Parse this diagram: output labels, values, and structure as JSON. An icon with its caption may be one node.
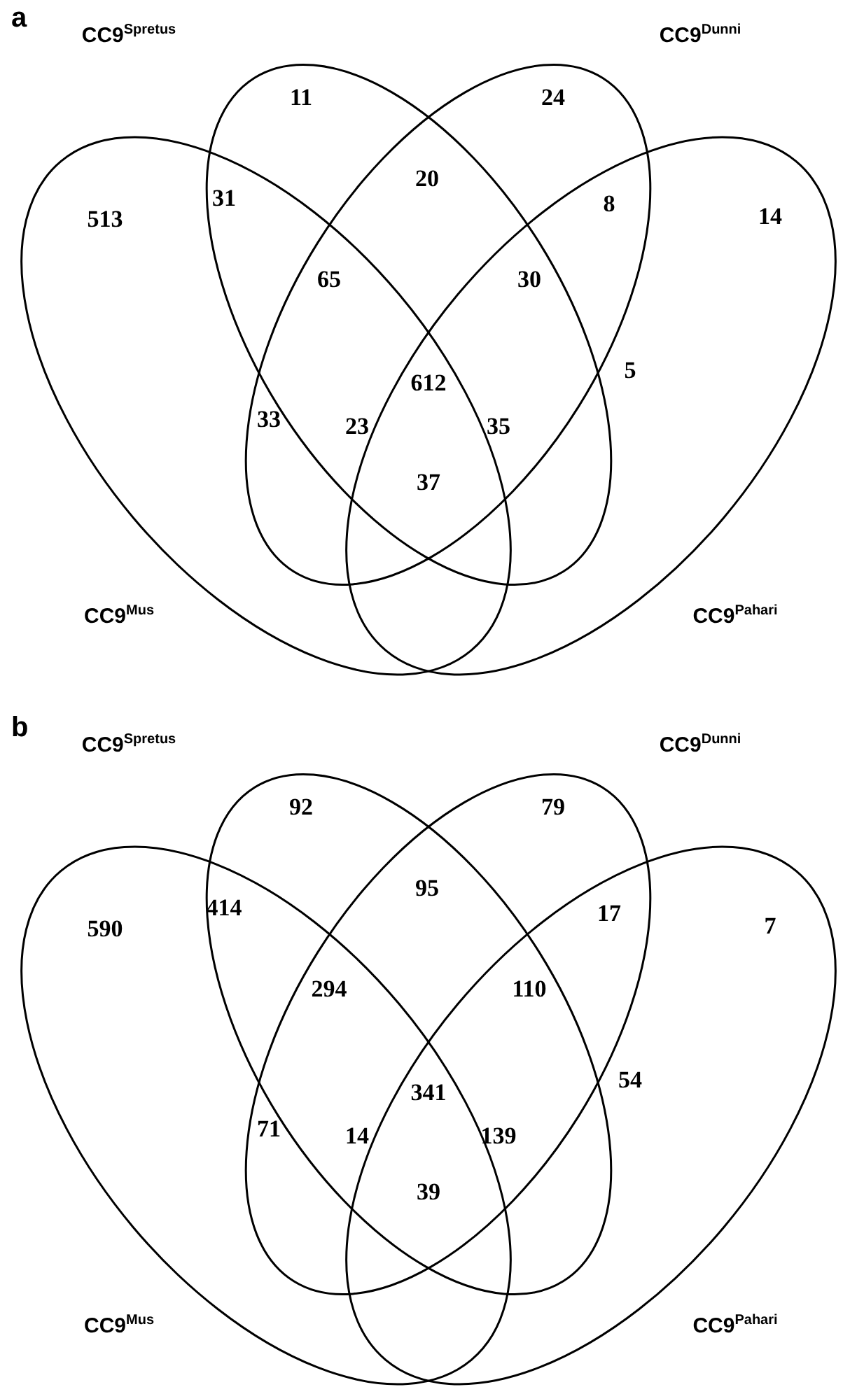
{
  "diagram": {
    "nodes": [
      {
        "text": [
          "CC9$^{Spretus}$"
        ]
      },
      {
        "text": [
          "CC9$^{Dunni}$"
        ]
      },
      {
        "text": [
          "CC9$^{Mus}$"
        ]
      },
      {
        "text": [
          "CC9$^{Pahari}$"
        ]
      },
      {
        "text": [
          "CC9$^{Spretus}$"
        ]
      },
      {
        "text": [
          "CC9$^{Dunni}$"
        ]
      },
      {
        "text": [
          "CC9$^{Mus}$"
        ]
      },
      {
        "text": [
          "CC9$^{Pahari}$"
        ]
      }
    ],
    "edges": [],
    "labels": [
      "a",
      "11",
      "24",
      "31",
      "20",
      "8",
      "513",
      "65",
      "30",
      "14",
      "612",
      "33",
      "5",
      "23",
      "35",
      "37",
      "b",
      "92",
      "79",
      "414",
      "95",
      "17",
      "590",
      "294",
      "110",
      "7",
      "341",
      "71",
      "54",
      "14",
      "139",
      "39"
    ]
  }
}
